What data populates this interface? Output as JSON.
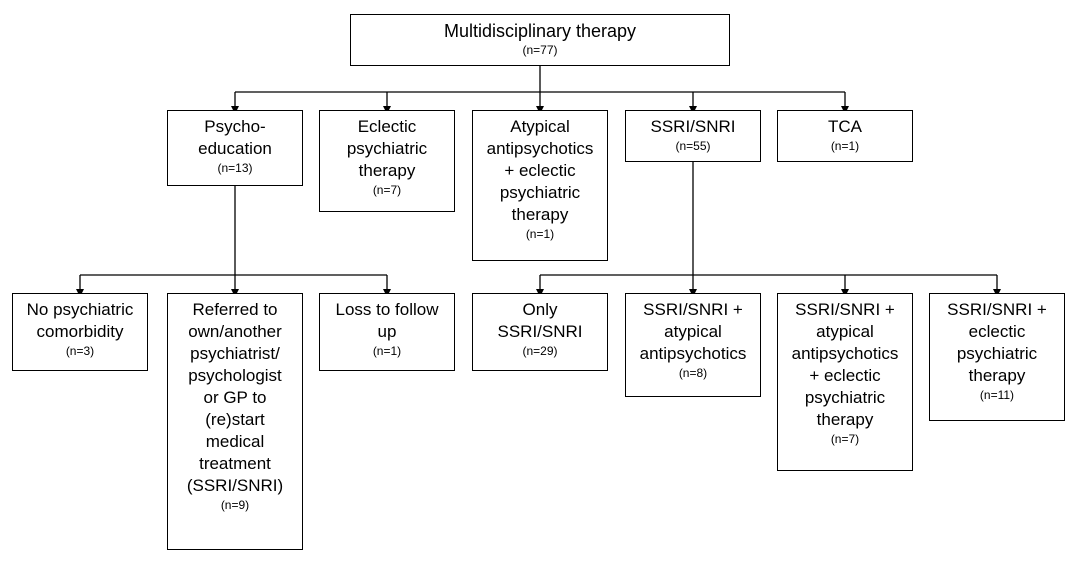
{
  "root": {
    "label": "Multidisciplinary therapy",
    "count": "(n=77)"
  },
  "level1": [
    {
      "label": "Psycho-\neducation",
      "count": "(n=13)"
    },
    {
      "label": "Eclectic\npsychiatric\ntherapy",
      "count": "(n=7)"
    },
    {
      "label": "Atypical\nantipsychotics\n+ eclectic\npsychiatric\ntherapy",
      "count": "(n=1)"
    },
    {
      "label": "SSRI/SNRI",
      "count": "(n=55)"
    },
    {
      "label": "TCA",
      "count": "(n=1)"
    }
  ],
  "psychoeducation_children": [
    {
      "label": "No psychiatric\ncomorbidity",
      "count": "(n=3)"
    },
    {
      "label": "Referred to\nown/another\npsychiatrist/\npsychologist\nor GP to\n(re)start\nmedical\ntreatment\n(SSRI/SNRI)",
      "count": "(n=9)"
    },
    {
      "label": "Loss to follow\nup",
      "count": "(n=1)"
    }
  ],
  "ssri_children": [
    {
      "label": "Only\nSSRI/SNRI",
      "count": "(n=29)"
    },
    {
      "label": "SSRI/SNRI +\natypical\nantipsychotics",
      "count": "(n=8)"
    },
    {
      "label": "SSRI/SNRI +\natypical\nantipsychotics\n+ eclectic\npsychiatric\ntherapy",
      "count": "(n=7)"
    },
    {
      "label": "SSRI/SNRI +\neclectic\npsychiatric\ntherapy",
      "count": "(n=11)"
    }
  ]
}
